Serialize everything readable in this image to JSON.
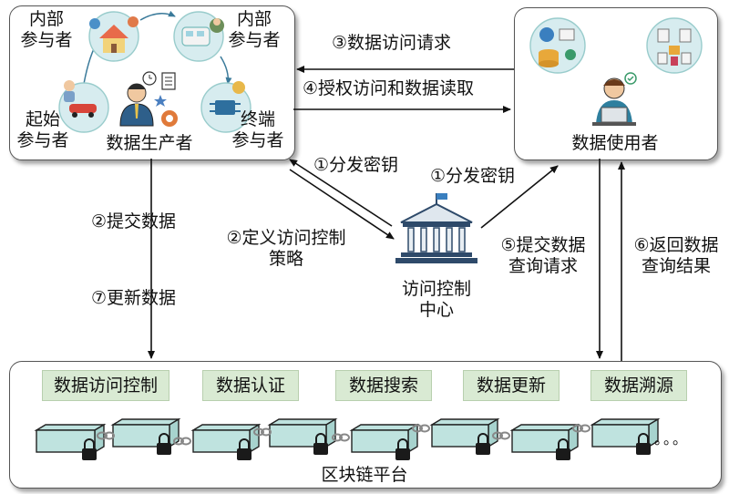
{
  "producer": {
    "inner_left": [
      "内部",
      "参与者"
    ],
    "inner_right": [
      "内部",
      "参与者"
    ],
    "start": [
      "起始",
      "参与者"
    ],
    "end": [
      "终端",
      "参与者"
    ],
    "title": "数据生产者"
  },
  "user": {
    "title": "数据使用者"
  },
  "center": {
    "title": [
      "访问控制",
      "中心"
    ]
  },
  "edges": {
    "e3": "③数据访问请求",
    "e4": "④授权访问和数据读取",
    "e1_left": "①分发密钥",
    "e1_right": "①分发密钥",
    "e2_submit": "②提交数据",
    "e7_update": "⑦更新数据",
    "e2_policy": [
      "②定义访问控制",
      "策略"
    ],
    "e5": [
      "⑤提交数据",
      "查询请求"
    ],
    "e6": [
      "⑥返回数据",
      "查询结果"
    ]
  },
  "blockchain": {
    "title": "区块链平台",
    "functions": [
      "数据访问控制",
      "数据认证",
      "数据搜索",
      "数据更新",
      "数据溯源"
    ],
    "ellipsis": "。。。"
  },
  "colors": {
    "block": "#bfe3df",
    "function_bg": "#d9ead3",
    "lock": "#1a1a1a",
    "circle": "#d7ecef"
  },
  "icons": [
    "house-icon",
    "gear-icon",
    "person-icon",
    "bank-icon",
    "laptop-icon",
    "database-icon",
    "lock-icon",
    "chain-icon"
  ]
}
